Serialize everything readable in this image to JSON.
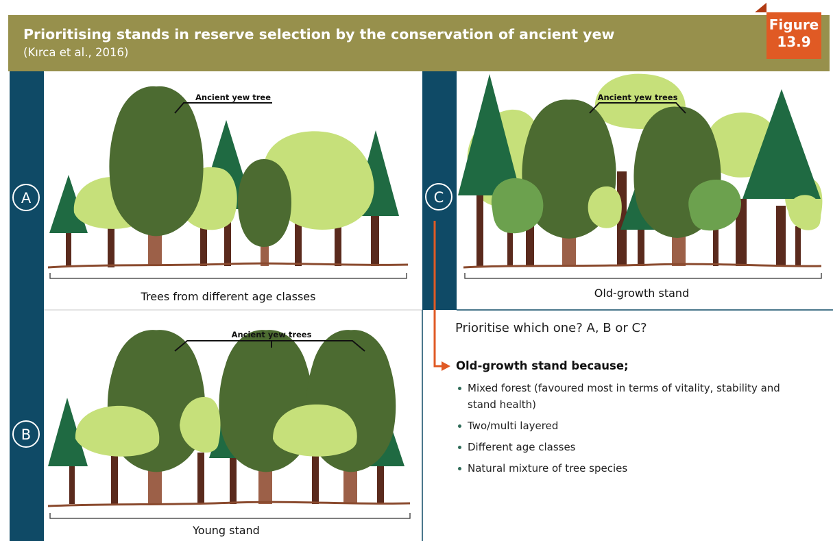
{
  "header": {
    "title": "Prioritising stands in reserve selection by the conservation of ancient yew",
    "citation": "(Kırca et al., 2016)",
    "figure_label": "Figure",
    "figure_number": "13.9"
  },
  "panels": {
    "a": {
      "letter": "A",
      "annotation": "Ancient yew tree",
      "caption": "Trees from different age classes"
    },
    "b": {
      "letter": "B",
      "annotation": "Ancient yew trees",
      "caption": "Young stand"
    },
    "c": {
      "letter": "C",
      "annotation": "Ancient yew trees",
      "caption": "Old-growth stand"
    }
  },
  "question": "Prioritise which one? A, B or C?",
  "answer": {
    "heading": "Old-growth stand because;",
    "bullets": [
      "Mixed forest (favoured most in terms of  vitality, stability and stand health)",
      "Two/multi layered",
      "Different age classes",
      "Natural mixture of tree species"
    ]
  },
  "colors": {
    "header_bg": "#97904c",
    "badge_bg": "#e05a24",
    "side_bar": "#0f4a66",
    "yew_green": "#4c6b31",
    "light_green": "#c6e07a",
    "conifer_green": "#1f6a42",
    "trunk_brown": "#5a2a1d",
    "yew_trunk": "#9c6048",
    "arrow": "#e05a24"
  }
}
